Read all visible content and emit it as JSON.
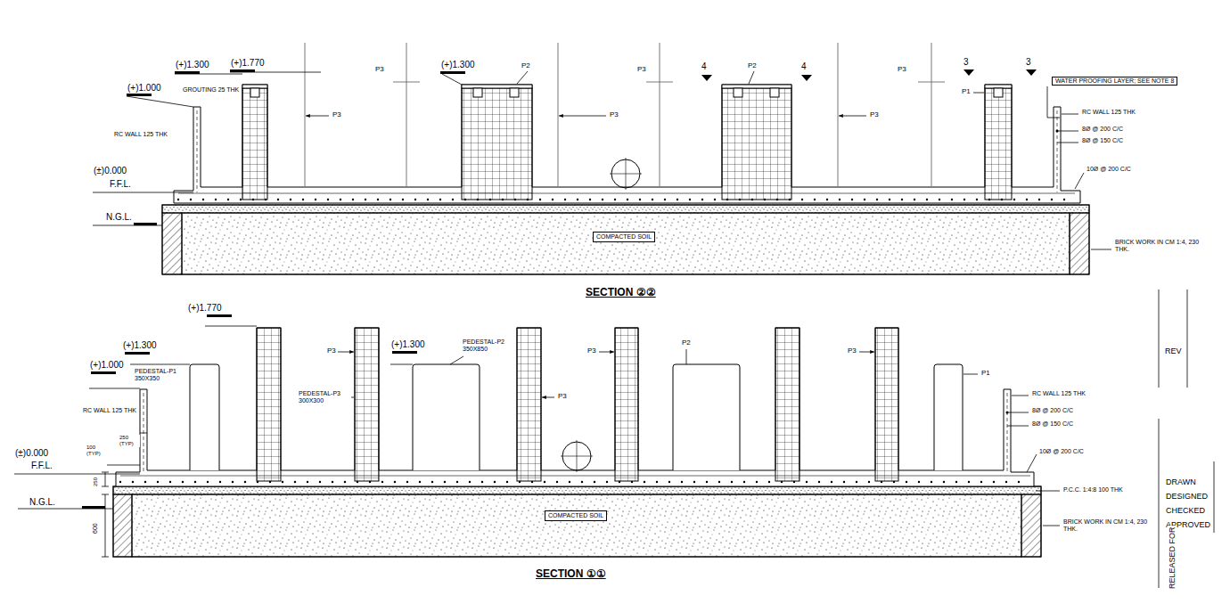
{
  "diagram": {
    "nodes": [
      {
        "text": [
          "COMPACTED SOIL"
        ]
      },
      {
        "text": [
          "COMPACTED SOIL"
        ]
      }
    ],
    "labels": [
      "(+)1.300",
      "(+)1.770",
      "GROUTING 25 THK",
      "(+)1.000",
      "RC WALL 125 THK",
      "P3",
      "(+)1.300",
      "P2",
      "P3",
      "P3",
      "P3",
      "P2",
      "4",
      "4",
      "P3",
      "P3",
      "3",
      "3",
      "P1",
      "WATER PROOFING LAYER; SEE NOTE 8",
      "RC WALL 125 THK",
      "8Ø @ 200 C/C",
      "8Ø @ 150 C/C",
      "10Ø @ 200 C/C",
      "(±)0.000",
      "F.F.L.",
      "N.G.L.",
      "BRICK WORK IN CM 1:4, 230 THK.",
      "SECTION ②②",
      "(+)1.770",
      "(+)1.300",
      "(+)1.000",
      "PEDESTAL-P1 350X350",
      "P3",
      "(+)1.300",
      "PEDESTAL-P2 350X850",
      "RC WALL 125 THK",
      "PEDESTAL-P3 300X300",
      "P3",
      "P3",
      "P2",
      "P3",
      "P1",
      "RC WALL 125 THK",
      "8Ø @ 200 C/C",
      "8Ø @ 150 C/C",
      "10Ø @ 200 C/C",
      "(±)0.000",
      "F.F.L.",
      "100 (TYP)",
      "250 (TYP)",
      "250",
      "N.G.L.",
      "600",
      "P.C.C. 1:4:8 100 THK",
      "BRICK WORK IN CM 1:4, 230 THK.",
      "SECTION ①①",
      "REV",
      "DRAWN",
      "DESIGNED",
      "CHECKED",
      "APPROVED",
      "RELEASED FOR"
    ]
  }
}
